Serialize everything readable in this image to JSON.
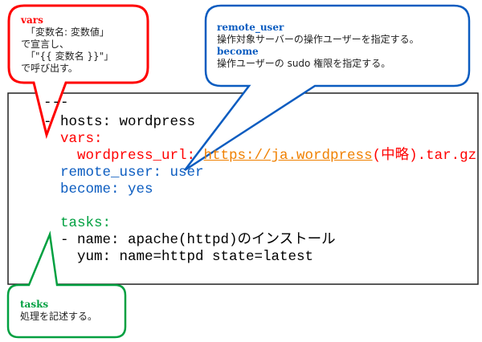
{
  "colors": {
    "vars": "#ff0000",
    "remote": "#0b5cc0",
    "tasks": "#00a040",
    "url": "#f08000"
  },
  "notes": {
    "vars": {
      "title": "vars",
      "lines": [
        "　「変数名: 変数値」",
        "で宣言し、",
        "　「\"{{ 変数名 }}\"」",
        "で呼び出す。"
      ]
    },
    "remote": {
      "title1": "remote_user",
      "line1": "操作対象サーバーの操作ユーザーを指定する。",
      "title2": "become",
      "line2": "操作ユーザーの sudo 権限を指定する。"
    },
    "tasks": {
      "title": "tasks",
      "line": "処理を記述する。"
    }
  },
  "code": {
    "l1": "---",
    "l2": "- hosts: wordpress",
    "l3": "vars:",
    "l4a": "wordpress_url: ",
    "l4b": "https://ja.wordpress",
    "l4c": "(中略).tar.gz",
    "l5": "remote_user: user",
    "l6": "become: yes",
    "l7": "tasks:",
    "l8": "- name: apache(httpd)のインストール",
    "l9": "yum: name=httpd state=latest"
  }
}
